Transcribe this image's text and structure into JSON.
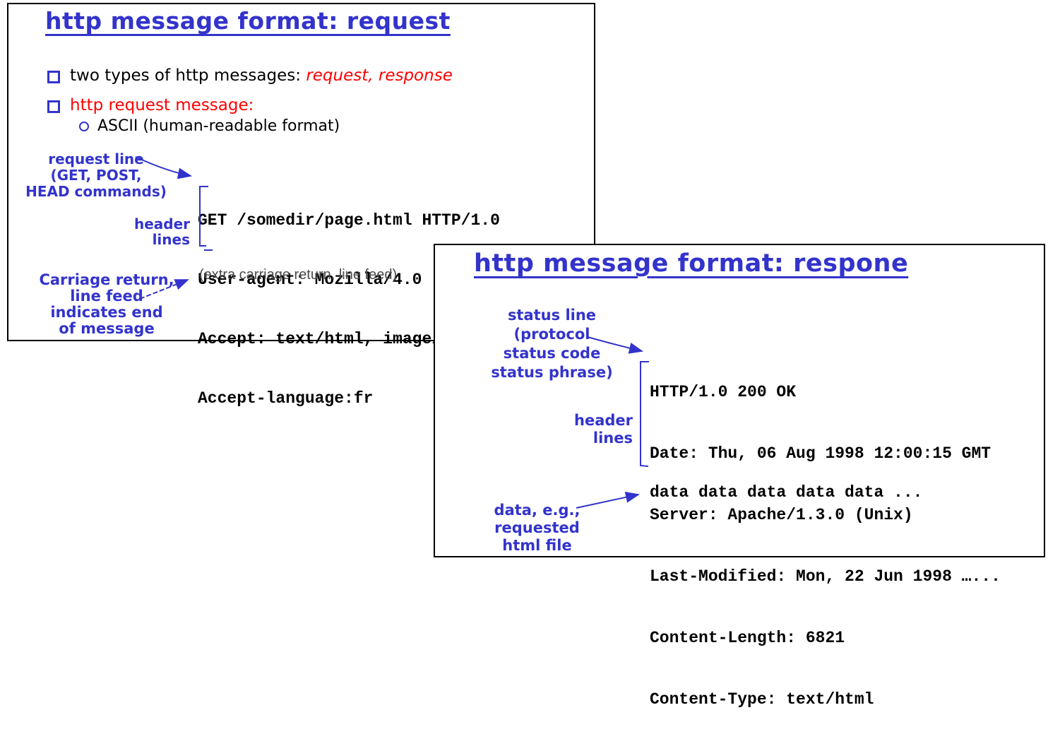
{
  "colors": {
    "accent_blue": "#3333cc",
    "red": "#ff0000",
    "code_black": "#000000",
    "note_gray": "#4a4a4a",
    "slide_border": "#000000",
    "background": "#ffffff"
  },
  "icons": {
    "square_bullet": "open-square-bullet",
    "circle_bullet": "open-circle-bullet",
    "arrows": "blue-annotation-arrows",
    "brackets": "header-lines-bracket"
  },
  "slide_request": {
    "title": "http message format: request",
    "bullet1_black": "two types of http messages: ",
    "bullet1_red": "request, response",
    "bullet2": "http request message:",
    "sub_bullet": "ASCII (human-readable format)",
    "label_request_line": [
      "request line",
      "(GET, POST,",
      "HEAD commands)"
    ],
    "code_lines": [
      "GET /somedir/page.html HTTP/1.0",
      "User-agent: Mozilla/4.0",
      "Accept: text/html, image/gif,image/jpeg",
      "Accept-language:fr"
    ],
    "label_header_lines": [
      "header",
      "lines"
    ],
    "extra_note": "(extra carriage return, line feed)",
    "label_crlf": [
      "Carriage return,",
      "line feed",
      "indicates end",
      "of message"
    ]
  },
  "slide_response": {
    "title": "http message format: respone",
    "label_status_line": [
      "status line",
      "(protocol",
      "status code",
      "status phrase)"
    ],
    "code_lines": [
      "HTTP/1.0 200 OK",
      "Date: Thu, 06 Aug 1998 12:00:15 GMT",
      "Server: Apache/1.3.0 (Unix)",
      "Last-Modified: Mon, 22 Jun 1998 …...",
      "Content-Length: 6821",
      "Content-Type: text/html"
    ],
    "label_header_lines": [
      "header",
      "lines"
    ],
    "data_line": "data data data data data ...",
    "label_data": [
      "data, e.g.,",
      "requested",
      "html file"
    ]
  }
}
